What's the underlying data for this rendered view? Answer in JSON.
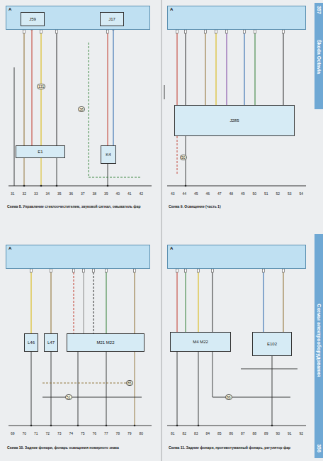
{
  "diagram": {
    "nodes": [
      {
        "text": [
          "A"
        ]
      },
      {
        "text": [
          "J59"
        ],
        "in": 0
      },
      {
        "text": [
          "J17"
        ],
        "in": 0
      },
      {
        "text": [
          "E1"
        ]
      },
      {
        "text": [
          "K4"
        ]
      },
      {
        "text": [
          "A"
        ]
      },
      {
        "text": [
          "J285"
        ]
      },
      {
        "text": [
          "A"
        ]
      },
      {
        "text": [
          "L46"
        ]
      },
      {
        "text": [
          "L47"
        ]
      },
      {
        "text": [
          "M21 M22"
        ]
      },
      {
        "text": [
          "A"
        ]
      },
      {
        "text": [
          "M4 M22"
        ]
      },
      {
        "text": [
          "E102"
        ]
      }
    ],
    "edges": [
      {
        "from": 0,
        "to": 3,
        "arrow": "none"
      },
      {
        "from": 0,
        "to": 3,
        "arrow": "none"
      },
      {
        "from": 0,
        "to": 3,
        "arrow": "none"
      },
      {
        "from": 1,
        "to": 3,
        "arrow": "none"
      },
      {
        "from": 0,
        "to": 4,
        "arrow": "none"
      },
      {
        "from": 2,
        "to": 4,
        "arrow": "none"
      },
      {
        "from": 5,
        "to": 6,
        "arrow": "none"
      },
      {
        "from": 5,
        "to": 6,
        "arrow": "none"
      },
      {
        "from": 5,
        "to": 6,
        "arrow": "none"
      },
      {
        "from": 5,
        "to": 6,
        "arrow": "none"
      },
      {
        "from": 5,
        "to": 6,
        "arrow": "none"
      },
      {
        "from": 5,
        "to": 6,
        "arrow": "none"
      },
      {
        "from": 5,
        "to": 6,
        "arrow": "none"
      },
      {
        "from": 5,
        "to": 6,
        "arrow": "none"
      },
      {
        "from": 7,
        "to": 8,
        "arrow": "none"
      },
      {
        "from": 7,
        "to": 9,
        "arrow": "none"
      },
      {
        "from": 7,
        "to": 10,
        "arrow": "none"
      },
      {
        "from": 7,
        "to": 10,
        "arrow": "none"
      },
      {
        "from": 7,
        "to": 10,
        "arrow": "none"
      },
      {
        "from": 7,
        "to": 10,
        "arrow": "none"
      },
      {
        "from": 7,
        "to": 10,
        "arrow": "none"
      },
      {
        "from": 11,
        "to": 12,
        "arrow": "none"
      },
      {
        "from": 11,
        "to": 12,
        "arrow": "none"
      },
      {
        "from": 11,
        "to": 12,
        "arrow": "none"
      },
      {
        "from": 11,
        "to": 12,
        "arrow": "none"
      },
      {
        "from": 11,
        "to": 13,
        "arrow": "none"
      },
      {
        "from": 11,
        "to": 13,
        "arrow": "none"
      }
    ],
    "labels": [
      "357",
      "Škoda Octavia",
      "Схемы электрооборудования",
      "356",
      "Схема 8. Управление стеклоочистителем, звуковой сигнал, омыватель фар",
      "Схема 9. Освещение (часть 1)",
      "Схема 10. Задние фонари, фонарь освещения номерного знака",
      "Схема 11. Задние фонари, противотуманный фонарь, регулятор фар",
      "31",
      "32",
      "33",
      "34",
      "35",
      "36",
      "37",
      "38",
      "39",
      "40",
      "41",
      "42",
      "43",
      "44",
      "45",
      "46",
      "47",
      "48",
      "49",
      "50",
      "51",
      "52",
      "53",
      "54",
      "69",
      "70",
      "71",
      "72",
      "73",
      "74",
      "75",
      "76",
      "77",
      "78",
      "79",
      "80",
      "81",
      "82",
      "83",
      "84",
      "85",
      "86",
      "87",
      "88",
      "89",
      "90",
      "91",
      "92",
      "131",
      "38",
      "50",
      "51",
      "85",
      "86"
    ]
  }
}
